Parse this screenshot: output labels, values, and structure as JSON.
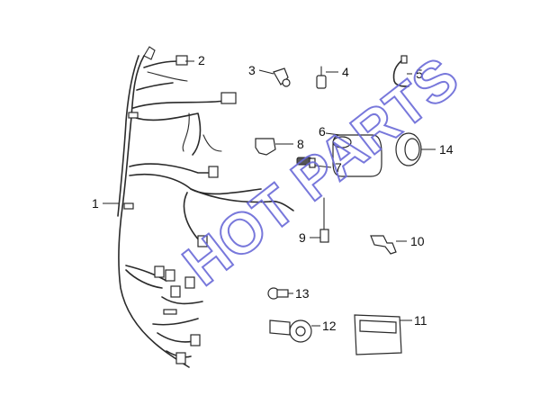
{
  "watermark": "HOT PARTS",
  "callouts": {
    "c1": "1",
    "c2": "2",
    "c3": "3",
    "c4": "4",
    "c5": "5",
    "c6": "6",
    "c7": "7",
    "c8": "8",
    "c9": "9",
    "c10": "10",
    "c11": "11",
    "c12": "12",
    "c13": "13",
    "c14": "14"
  },
  "colors": {
    "line": "#2a2a2a",
    "watermark": "#6a6ad8"
  }
}
